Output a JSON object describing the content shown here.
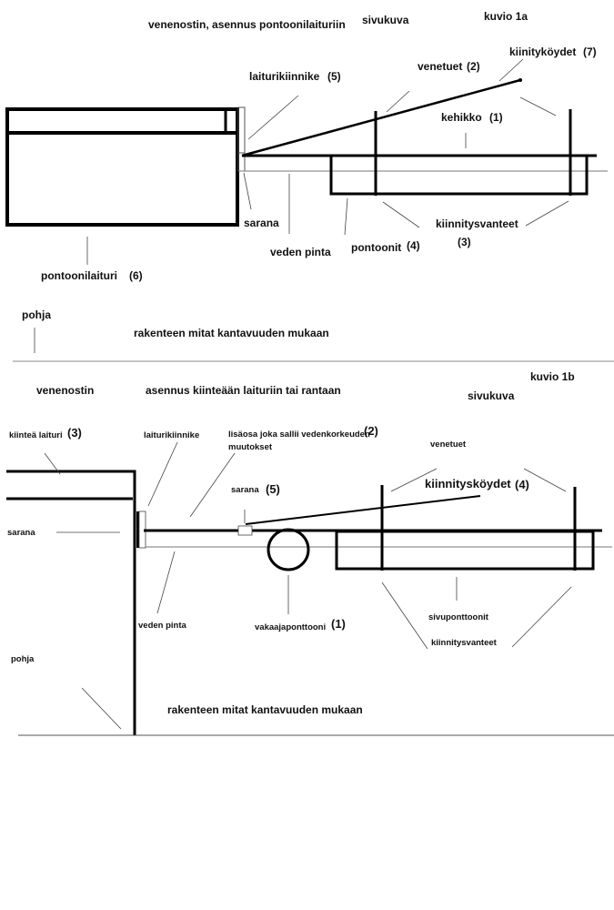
{
  "figure_1a": {
    "title": "venenostin, asennus pontoonilaituriin",
    "view": "sivukuva",
    "figure_label": "kuvio 1a",
    "labels": {
      "mooring_ropes": "kiinityköydet",
      "mooring_ropes_num": "(7)",
      "boat_supports": "venetuet",
      "boat_supports_num": "(2)",
      "dock_bracket": "laiturikiinnike",
      "dock_bracket_num": "(5)",
      "frame": "kehikko",
      "frame_num": "(1)",
      "hinge": "sarana",
      "water_surface": "veden pinta",
      "pontoons": "pontoonit",
      "pontoons_num": "(4)",
      "mounting_straps": "kiinnitysvanteet",
      "mounting_straps_num": "(3)",
      "pontoon_dock": "pontoonilaituri",
      "pontoon_dock_num": "(6)",
      "bottom": "pohja",
      "note": "rakenteen mitat kantavuuden mukaan"
    }
  },
  "figure_1b": {
    "title_left": "venenostin",
    "title": "asennus kiinteään laituriin tai rantaan",
    "view": "sivukuva",
    "figure_label": "kuvio 1b",
    "labels": {
      "fixed_dock": "kiinteä laituri",
      "fixed_dock_num": "(3)",
      "dock_bracket": "laiturikiinnike",
      "extension": "lisäosa joka sallii vedenkorkeuden",
      "extension_num": "(2)",
      "extension_line2": "muutokset",
      "boat_supports": "venetuet",
      "mooring_ropes": "kiinnitysköydet",
      "mooring_ropes_num": "(4)",
      "hinge_mid": "sarana",
      "hinge_mid_num": "(5)",
      "hinge_left": "sarana",
      "water_surface": "veden pinta",
      "stabilizer_pontoon": "vakaajaponttooni",
      "stabilizer_pontoon_num": "(1)",
      "side_pontoons": "sivuponttoonit",
      "mounting_straps": "kiinnitysvanteet",
      "bottom": "pohja",
      "note": "rakenteen mitat kantavuuden mukaan"
    }
  }
}
